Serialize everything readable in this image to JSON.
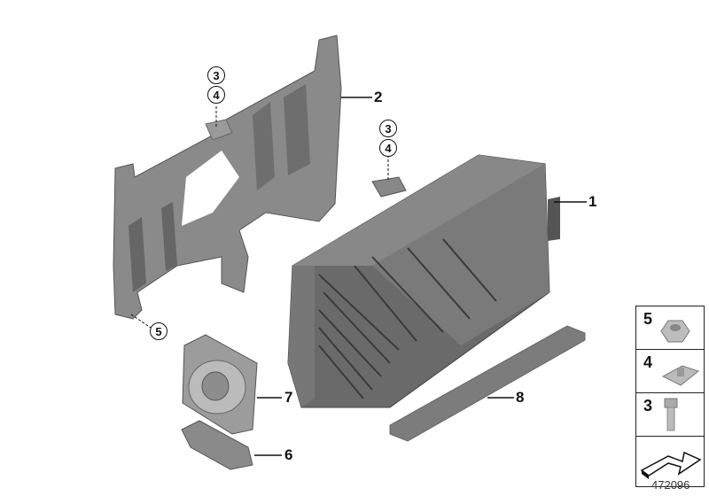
{
  "diagram": {
    "id": "472096",
    "callouts": [
      {
        "num": "1",
        "part": "amplifier-module"
      },
      {
        "num": "2",
        "part": "mounting-bracket"
      },
      {
        "num": "6",
        "part": "fan-holder"
      },
      {
        "num": "7",
        "part": "cooling-fan"
      },
      {
        "num": "8",
        "part": "foam-strip"
      }
    ],
    "circle_refs": {
      "bracket_top": [
        "3",
        "4"
      ],
      "module_top": [
        "3",
        "4"
      ],
      "bracket_bottom": "5"
    },
    "legend": [
      {
        "num": "5",
        "part": "hex-flange-nut"
      },
      {
        "num": "4",
        "part": "clip-nut"
      },
      {
        "num": "3",
        "part": "hex-bolt"
      },
      {
        "num": "",
        "part": "arrow-symbol"
      }
    ],
    "colors": {
      "part_gray": "#7d7d7d",
      "part_dark": "#5a5a5a",
      "part_light": "#a8a8a8",
      "line": "#111111"
    }
  }
}
